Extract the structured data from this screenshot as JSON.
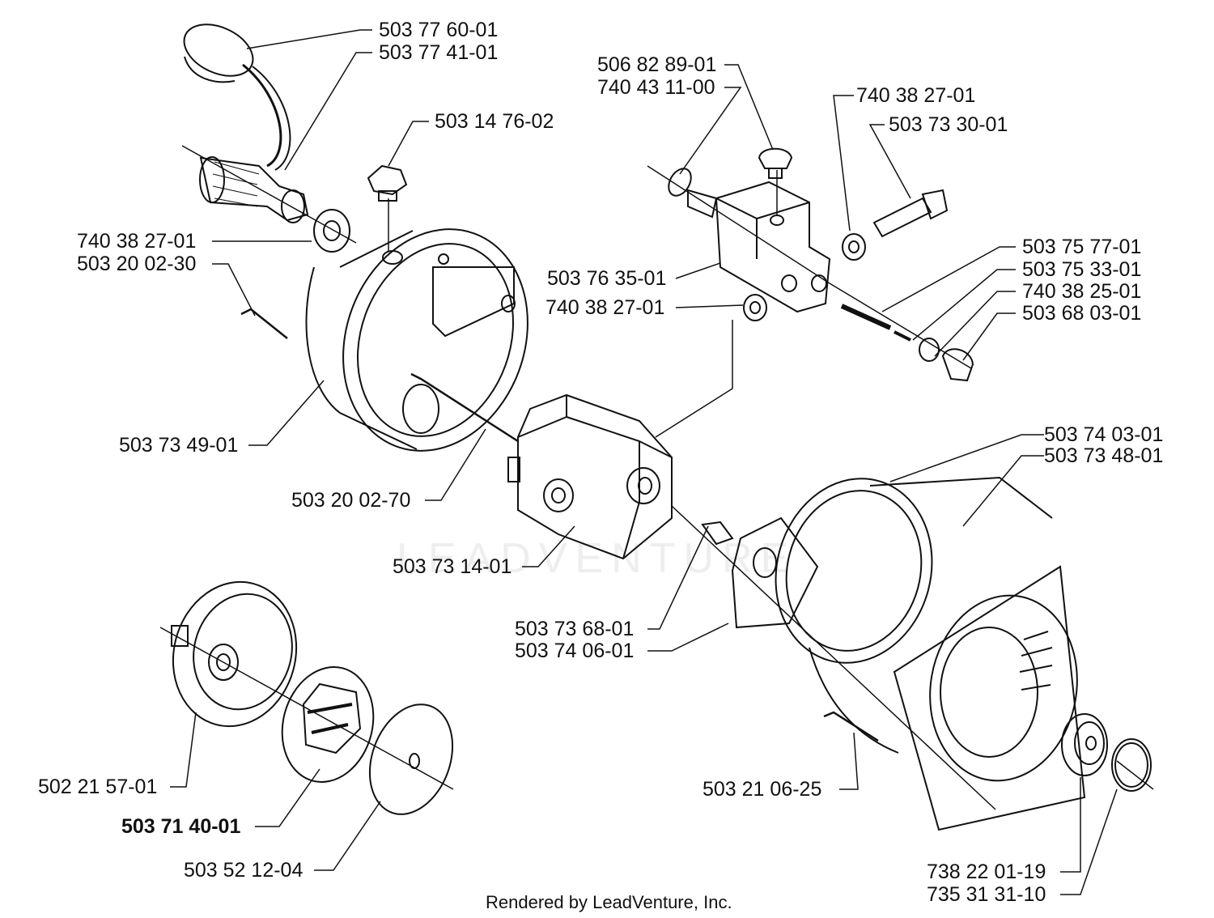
{
  "parts": [
    {
      "id": "p1",
      "number": "503 77 60-01"
    },
    {
      "id": "p2",
      "number": "503 77 41-01"
    },
    {
      "id": "p3",
      "number": "503 14 76-02"
    },
    {
      "id": "p4",
      "number": "740 38 27-01"
    },
    {
      "id": "p5",
      "number": "503 20 02-30"
    },
    {
      "id": "p6",
      "number": "506 82 89-01"
    },
    {
      "id": "p7",
      "number": "740 43 11-00"
    },
    {
      "id": "p8",
      "number": "740 38 27-01"
    },
    {
      "id": "p9",
      "number": "503 73 30-01"
    },
    {
      "id": "p10",
      "number": "503 75 77-01"
    },
    {
      "id": "p11",
      "number": "503 75 33-01"
    },
    {
      "id": "p12",
      "number": "740 38 25-01"
    },
    {
      "id": "p13",
      "number": "503 68 03-01"
    },
    {
      "id": "p14",
      "number": "503 76 35-01"
    },
    {
      "id": "p15",
      "number": "740 38 27-01"
    },
    {
      "id": "p16",
      "number": "503 73 49-01"
    },
    {
      "id": "p17",
      "number": "503 20 02-70"
    },
    {
      "id": "p18",
      "number": "503 74 03-01"
    },
    {
      "id": "p19",
      "number": "503 73 48-01"
    },
    {
      "id": "p20",
      "number": "503 73 14-01"
    },
    {
      "id": "p21",
      "number": "503 73 68-01"
    },
    {
      "id": "p22",
      "number": "503 74 06-01"
    },
    {
      "id": "p23",
      "number": "502 21 57-01"
    },
    {
      "id": "p24",
      "number": "503 71 40-01",
      "emphasis": "bold"
    },
    {
      "id": "p25",
      "number": "503 52 12-04"
    },
    {
      "id": "p26",
      "number": "503 21 06-25"
    },
    {
      "id": "p27",
      "number": "738 22 01-19"
    },
    {
      "id": "p28",
      "number": "735 31 31-10"
    }
  ],
  "watermark": "LEADVENTURE",
  "footer": "Rendered by LeadVenture, Inc.",
  "colors": {
    "line": "#111111",
    "background": "#ffffff",
    "watermark": "#eeeeee"
  }
}
